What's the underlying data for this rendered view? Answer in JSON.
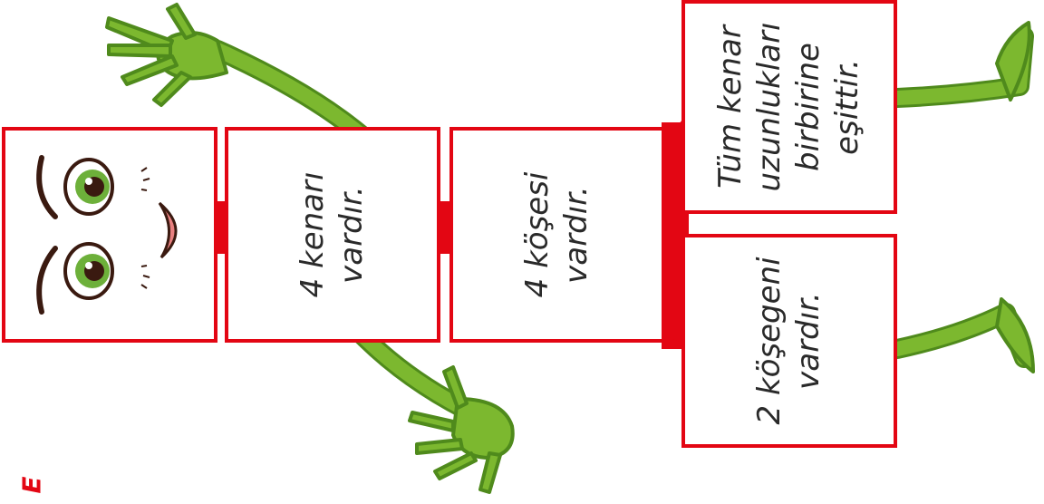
{
  "colors": {
    "frame": "#e30613",
    "limb": "#7cb82f",
    "limb_dark": "#4f8a1c",
    "text": "#2a2a2a"
  },
  "corner_letter": "E",
  "face": {
    "icon": "smiling-face-icon"
  },
  "boxes": {
    "sides": {
      "line1": "4 kenarı",
      "line2": "vardır."
    },
    "corners": {
      "line1": "4 köşesi",
      "line2": "vardır."
    },
    "equal": {
      "line1": "Tüm kenar",
      "line2": "uzunlukları",
      "line3": "birbirine",
      "line4": "eşittir."
    },
    "diagonals": {
      "line1": "2 köşegeni",
      "line2": "vardır."
    }
  }
}
